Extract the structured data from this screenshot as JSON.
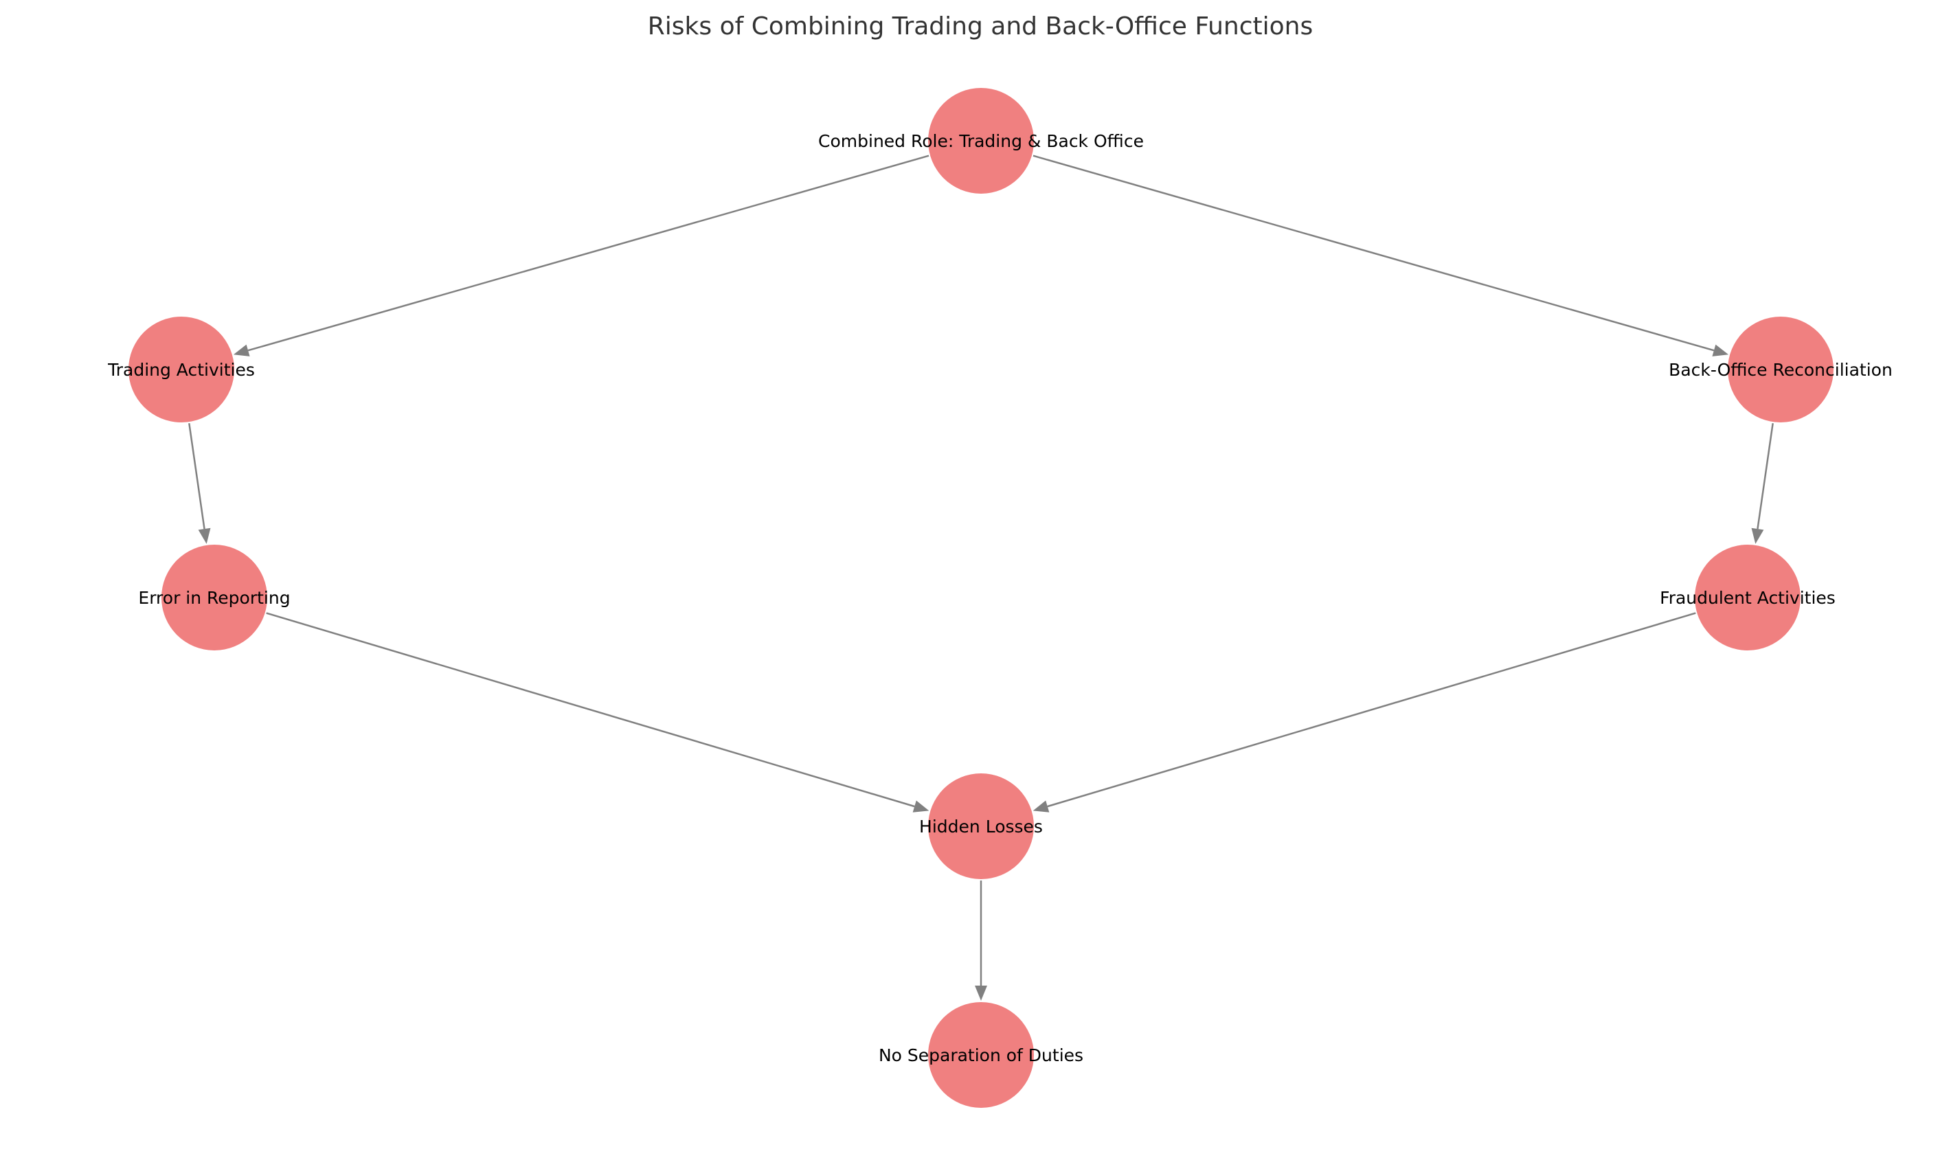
{
  "diagram": {
    "title": "Risks of Combining Trading and Back-Office Functions",
    "node_color": "#f08080",
    "edge_color": "#808080",
    "nodes": [
      {
        "id": "combined",
        "label": "Combined Role: Trading & Back Office"
      },
      {
        "id": "trading",
        "label": "Trading Activities"
      },
      {
        "id": "backoffice",
        "label": "Back-Office Reconciliation"
      },
      {
        "id": "error",
        "label": "Error in Reporting"
      },
      {
        "id": "fraud",
        "label": "Fraudulent Activities"
      },
      {
        "id": "hidden",
        "label": "Hidden Losses"
      },
      {
        "id": "noseparation",
        "label": "No Separation of Duties"
      }
    ],
    "edges": [
      {
        "from": "combined",
        "to": "trading"
      },
      {
        "from": "combined",
        "to": "backoffice"
      },
      {
        "from": "trading",
        "to": "error"
      },
      {
        "from": "backoffice",
        "to": "fraud"
      },
      {
        "from": "error",
        "to": "hidden"
      },
      {
        "from": "fraud",
        "to": "hidden"
      },
      {
        "from": "hidden",
        "to": "noseparation"
      }
    ]
  }
}
